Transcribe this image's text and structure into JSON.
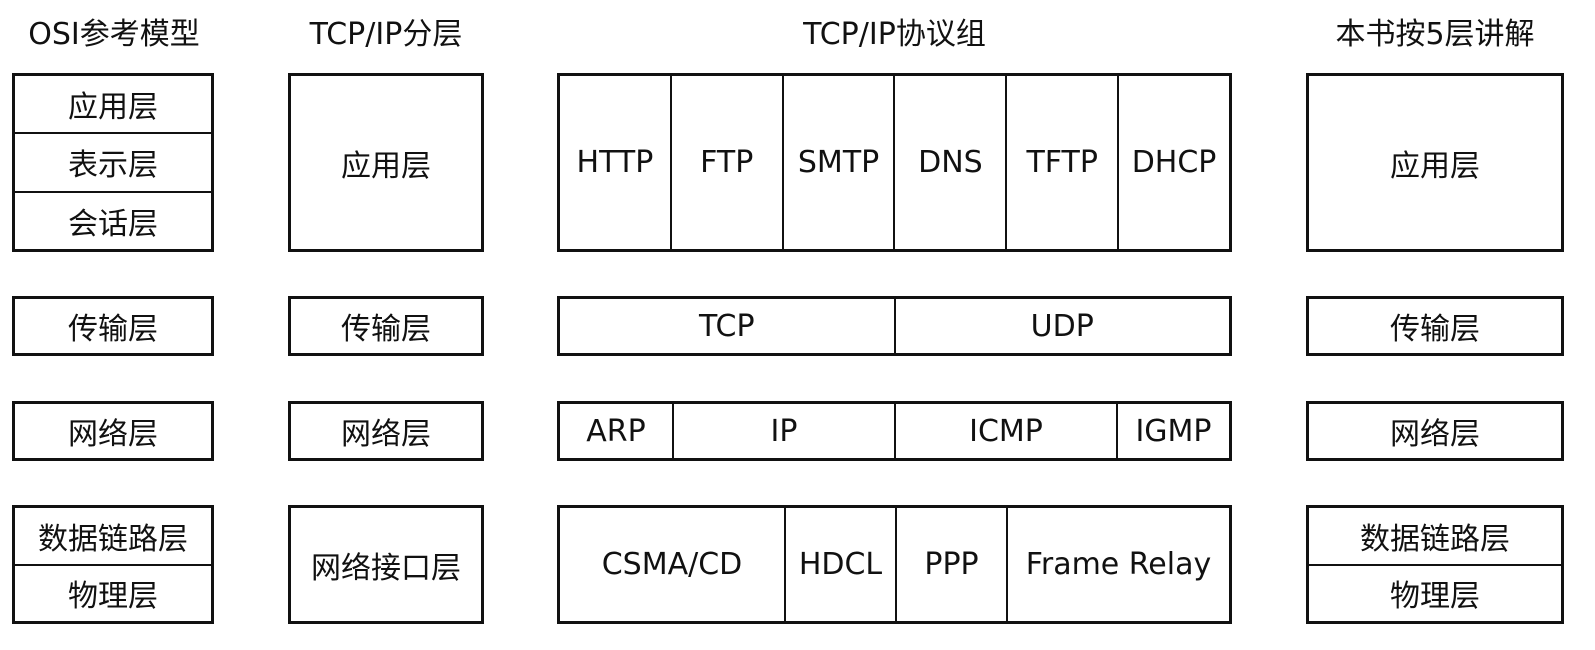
{
  "headers": {
    "osi": "OSI参考模型",
    "tcpip_layers": "TCP/IP分层",
    "tcpip_suite": "TCP/IP协议组",
    "book": "本书按5层讲解"
  },
  "osi": {
    "application": "应用层",
    "presentation": "表示层",
    "session": "会话层",
    "transport": "传输层",
    "network": "网络层",
    "datalink": "数据链路层",
    "physical": "物理层"
  },
  "tcpip": {
    "application": "应用层",
    "transport": "传输层",
    "network": "网络层",
    "interface": "网络接口层"
  },
  "suite": {
    "application": [
      "HTTP",
      "FTP",
      "SMTP",
      "DNS",
      "TFTP",
      "DHCP"
    ],
    "transport": [
      "TCP",
      "UDP"
    ],
    "network": [
      "ARP",
      "IP",
      "ICMP",
      "IGMP"
    ],
    "link": [
      "CSMA/CD",
      "HDCL",
      "PPP",
      "Frame Relay"
    ]
  },
  "book": {
    "application": "应用层",
    "transport": "传输层",
    "network": "网络层",
    "datalink": "数据链路层",
    "physical": "物理层"
  }
}
